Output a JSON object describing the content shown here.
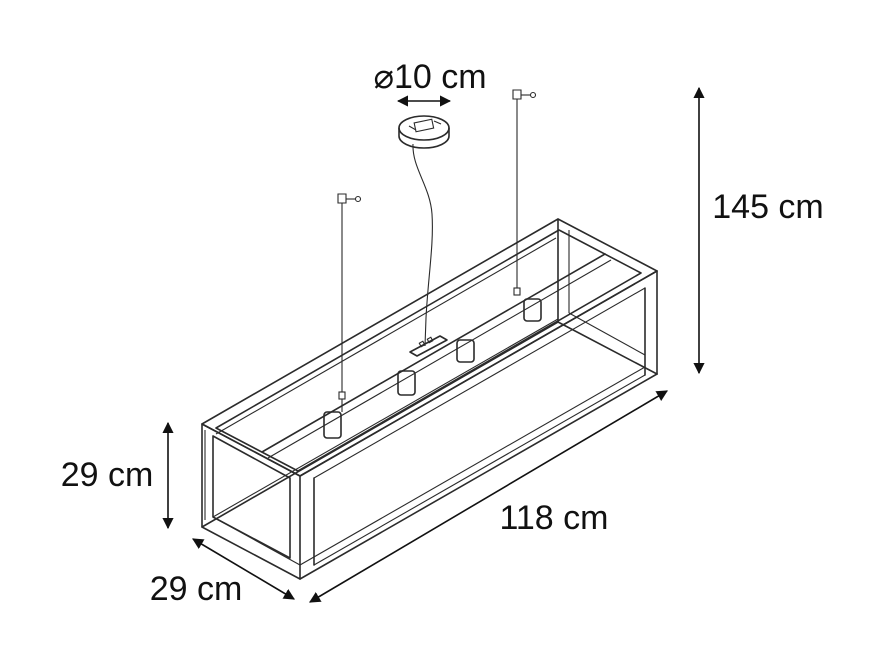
{
  "dimensions": {
    "canopy_diameter": "⌀10 cm",
    "suspension_height": "145 cm",
    "frame_height": "29 cm",
    "frame_length": "118 cm",
    "frame_depth": "29 cm"
  },
  "colors": {
    "line": "#2b2b2b",
    "text": "#111111",
    "background": "#ffffff"
  }
}
